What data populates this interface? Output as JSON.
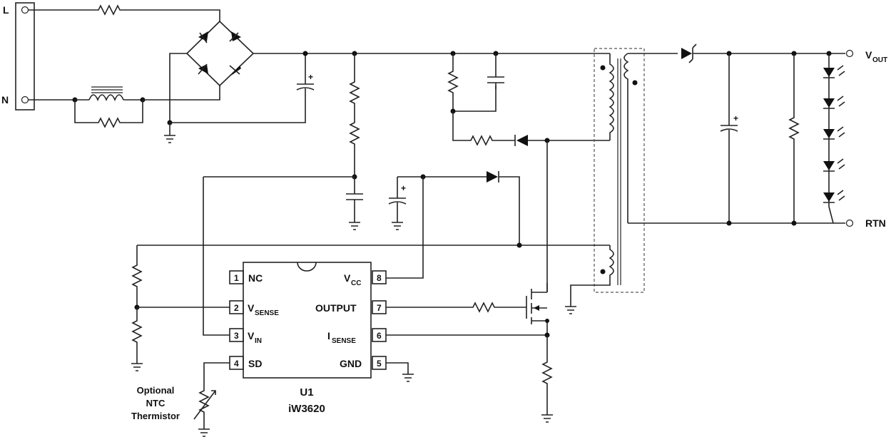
{
  "terminals": {
    "line": "L",
    "neutral": "N",
    "vout_main": "V",
    "vout_sub": "OUT",
    "rtn": "RTN"
  },
  "ic": {
    "ref": "U1",
    "part": "iW3620",
    "pins": [
      {
        "num": "1",
        "name": "NC",
        "sub": ""
      },
      {
        "num": "2",
        "name": "V",
        "sub": "SENSE"
      },
      {
        "num": "3",
        "name": "V",
        "sub": "IN"
      },
      {
        "num": "4",
        "name": "SD",
        "sub": ""
      },
      {
        "num": "8",
        "name": "V",
        "sub": "CC"
      },
      {
        "num": "7",
        "name": "OUTPUT",
        "sub": ""
      },
      {
        "num": "6",
        "name": "I",
        "sub": "SENSE"
      },
      {
        "num": "5",
        "name": "GND",
        "sub": ""
      }
    ]
  },
  "ntc": {
    "line1": "Optional",
    "line2": "NTC",
    "line3": "Thermistor"
  },
  "polarity_mark": "+"
}
